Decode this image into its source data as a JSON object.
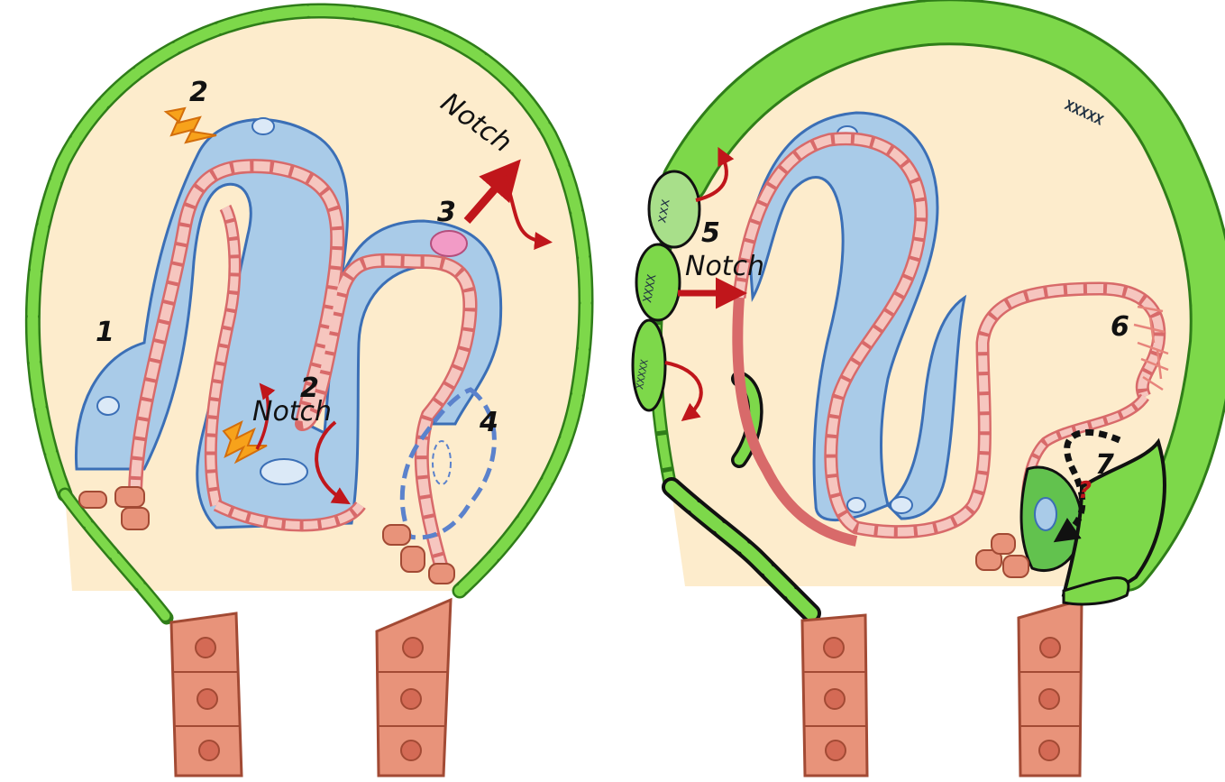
{
  "labels": {
    "left": {
      "n1": "1",
      "n2_top": "2",
      "n2_mid": "2",
      "n3": "3",
      "n4": "4",
      "notch_top": "Notch",
      "notch_mid": "Notch"
    },
    "right": {
      "n5": "5",
      "n6": "6",
      "n7": "7",
      "notch": "Notch",
      "question": "?"
    }
  },
  "cell_marks": {
    "chromatin_top": "XXXXX",
    "chromatin_a": "xxx",
    "chromatin_b": "XXXX",
    "chromatin_c": "XXXXX"
  },
  "colors": {
    "lumen_fill": "#fdeccc",
    "green_cell": "#7dd84a",
    "green_outline": "#2f7d19",
    "blue_cell": "#a9cbe8",
    "blue_outline": "#3b6fb6",
    "pink_layer": "#f6c6bf",
    "pink_outline": "#d86a6a",
    "duct_cell": "#e8937a",
    "duct_outline": "#a24a34",
    "arrow_red": "#c0161b",
    "spark_orange": "#f7a21b"
  }
}
